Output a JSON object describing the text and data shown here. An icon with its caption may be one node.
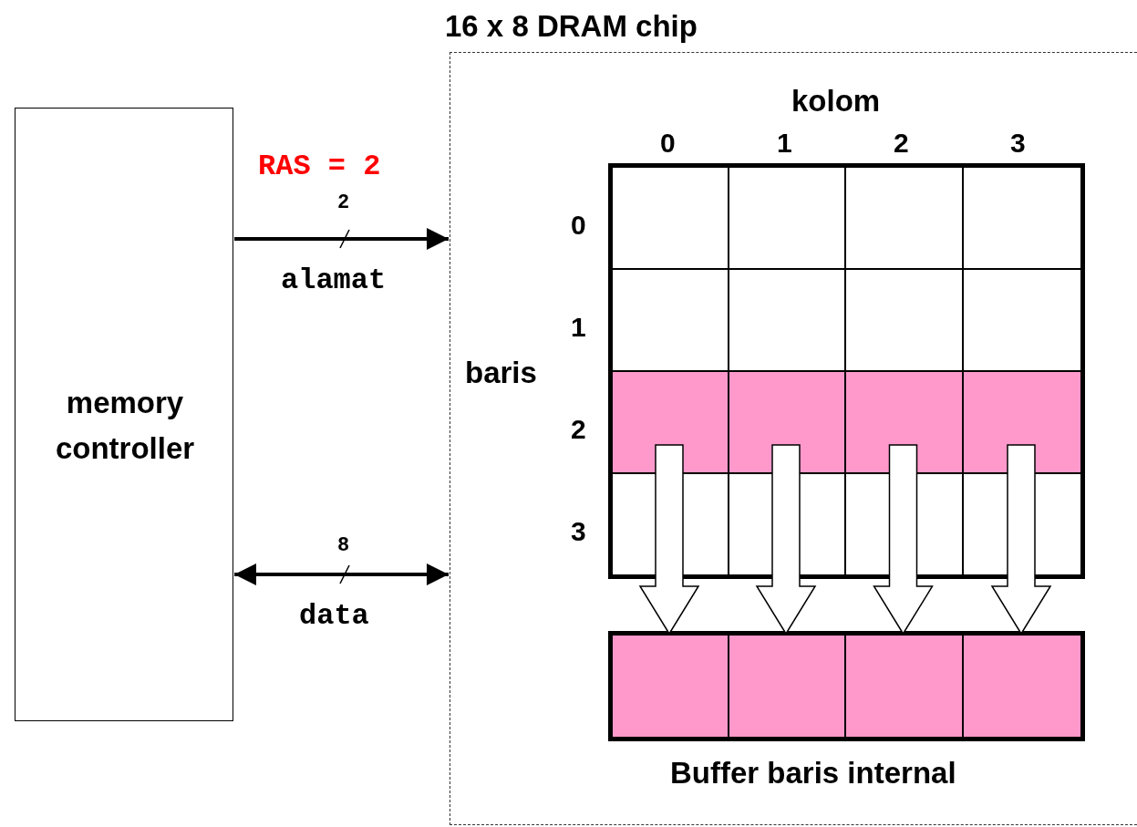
{
  "diagram": {
    "nodes": [
      {
        "text": [
          "memory controller"
        ]
      },
      {
        "text": [
          "16 x 8 DRAM chip"
        ]
      },
      {
        "text": [],
        "shape": "box",
        "in": 1
      },
      {
        "text": [],
        "shape": "box",
        "in": 2
      },
      {
        "text": [],
        "shape": "box",
        "in": 2
      },
      {
        "text": [],
        "shape": "box",
        "in": 2
      },
      {
        "text": [],
        "shape": "box",
        "in": 2
      },
      {
        "text": [],
        "shape": "box",
        "in": 2
      },
      {
        "text": [],
        "shape": "box",
        "in": 2
      },
      {
        "text": [],
        "shape": "box",
        "in": 2
      },
      {
        "text": [],
        "shape": "box",
        "in": 2
      },
      {
        "text": [],
        "shape": "box",
        "in": 2
      },
      {
        "text": [],
        "shape": "box",
        "in": 2
      },
      {
        "text": [],
        "shape": "box",
        "in": 2
      },
      {
        "text": [],
        "shape": "box",
        "in": 2
      },
      {
        "text": [],
        "shape": "box",
        "in": 2
      },
      {
        "text": [],
        "shape": "box",
        "in": 2
      },
      {
        "text": [],
        "shape": "box",
        "in": 2
      },
      {
        "text": [],
        "shape": "box",
        "in": 2
      },
      {
        "text": [
          "Buffer baris internal"
        ],
        "in": 1
      },
      {
        "text": [],
        "shape": "box",
        "in": 19
      },
      {
        "text": [],
        "shape": "box",
        "in": 19
      },
      {
        "text": [],
        "shape": "box",
        "in": 19
      },
      {
        "text": [],
        "shape": "box",
        "in": 19
      }
    ],
    "edges": [
      {
        "from": 0,
        "to": 1,
        "arrow": "to",
        "label": "alamat"
      },
      {
        "from": 0,
        "to": 1,
        "arrow": "both",
        "label": "data"
      },
      {
        "from": 11,
        "to": 20,
        "arrow": "to"
      },
      {
        "from": 12,
        "to": 21,
        "arrow": "to"
      },
      {
        "from": 13,
        "to": 22,
        "arrow": "to"
      },
      {
        "from": 14,
        "to": 23,
        "arrow": "to"
      }
    ],
    "labels": [
      "RAS = 2",
      "2",
      "8",
      "kolom",
      "0",
      "1",
      "2",
      "3",
      "0",
      "1",
      "2",
      "3",
      "baris"
    ]
  }
}
